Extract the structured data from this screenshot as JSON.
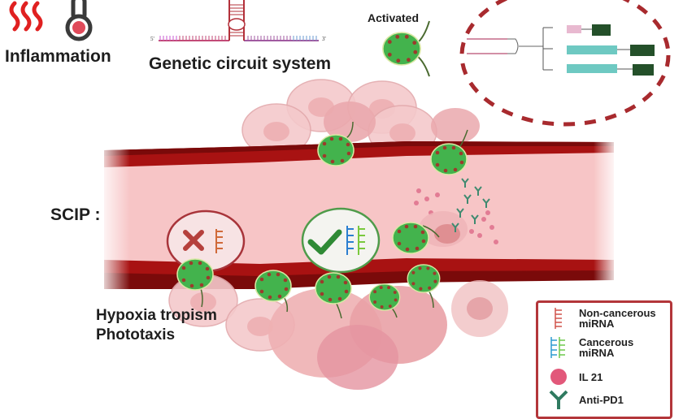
{
  "labels": {
    "inflammation": "Inflammation",
    "genetic_circuit": "Genetic circuit system",
    "activated": "Activated",
    "scip": "SCIP :",
    "hypoxia_tropism": "Hypoxia tropism",
    "phototaxis": "Phototaxis",
    "five_prime": "5'",
    "three_prime": "3'"
  },
  "legend": {
    "items": [
      {
        "label_line1": "Non-cancerous",
        "label_line2": "miRNA",
        "icon": "non-cancerous-mirna-icon"
      },
      {
        "label_line1": "Cancerous",
        "label_line2": "miRNA",
        "icon": "cancerous-mirna-icon"
      },
      {
        "label_line1": "IL 21",
        "label_line2": "",
        "icon": "il21-icon"
      },
      {
        "label_line1": "Anti-PD1",
        "label_line2": "",
        "icon": "anti-pd1-icon"
      }
    ]
  },
  "colors": {
    "vessel_dark": "#7a0a0a",
    "vessel_mid": "#a81212",
    "vessel_lumen": "#f7c5c6",
    "bacteria": "#43b34d",
    "bacteria_dot": "#9c3b2c",
    "dashed_circle": "#a82a2e",
    "cell_pink": "#f2c1c3",
    "check_green": "#2f8a35",
    "cross_red": "#b5403c"
  }
}
